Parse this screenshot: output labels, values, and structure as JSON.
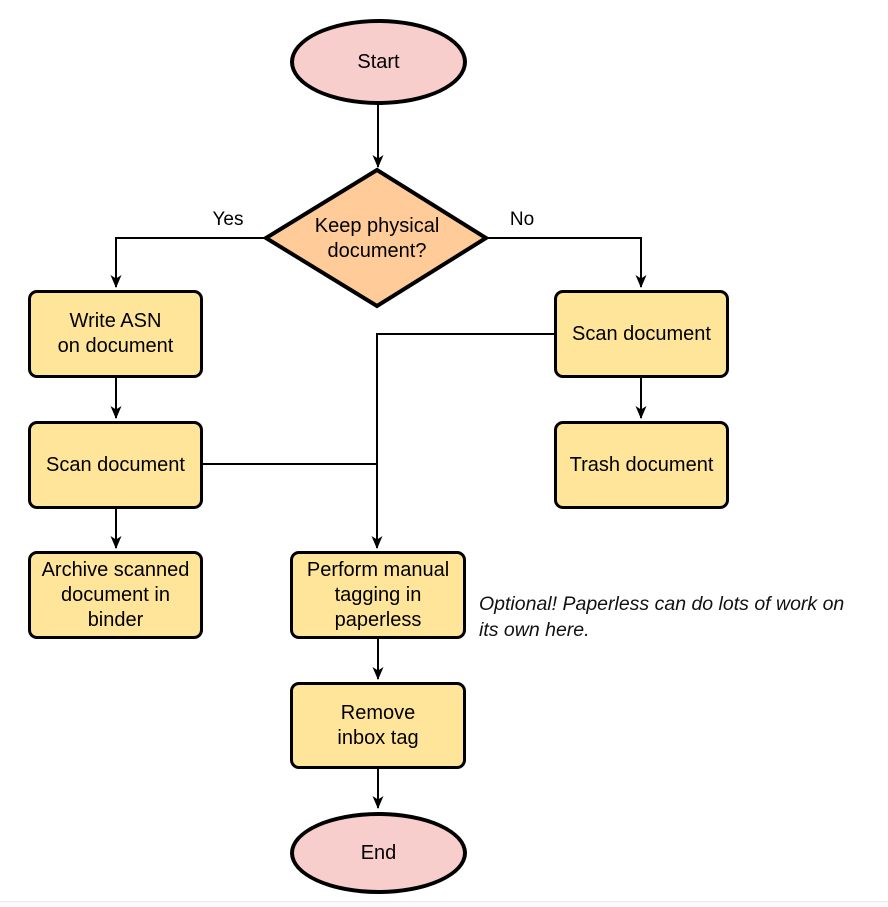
{
  "diagram": {
    "nodes": {
      "start": {
        "label": "Start"
      },
      "decision": {
        "label": "Keep physical\ndocument?"
      },
      "write_asn": {
        "label": "Write ASN\non document"
      },
      "scan_left": {
        "label": "Scan document"
      },
      "archive": {
        "label": "Archive scanned\ndocument in\nbinder"
      },
      "scan_right": {
        "label": "Scan document"
      },
      "trash": {
        "label": "Trash document"
      },
      "tagging": {
        "label": "Perform manual\ntagging in\npaperless"
      },
      "remove_inbox": {
        "label": "Remove\ninbox tag"
      },
      "end": {
        "label": "End"
      }
    },
    "edge_labels": {
      "yes": "Yes",
      "no": "No"
    },
    "annotation": "Optional! Paperless can do lots of work on\nits own here.",
    "colors": {
      "terminator_fill": "#F8CECC",
      "decision_fill": "#FFCC99",
      "process_fill": "#FFE599",
      "stroke": "#000000",
      "line": "#000000"
    }
  }
}
